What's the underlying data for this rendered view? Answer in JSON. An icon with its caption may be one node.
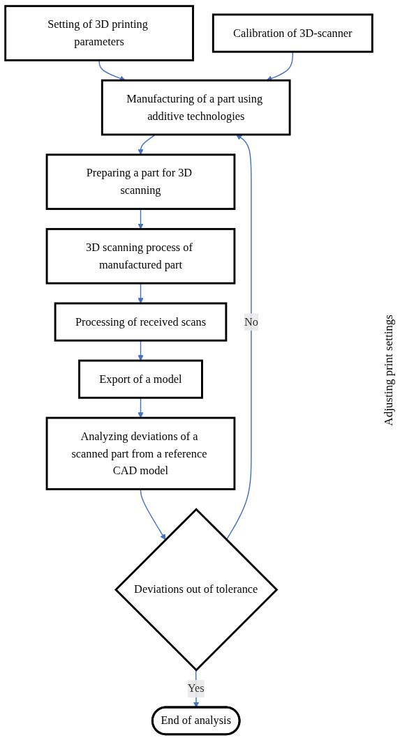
{
  "diagram": {
    "nodes": [
      {
        "text": [
          "Setting of 3D printing parameters"
        ]
      },
      {
        "text": [
          "Calibration of 3D-scanner"
        ]
      },
      {
        "text": [
          "Manufacturing of a part using additive technologies"
        ]
      },
      {
        "text": [
          "Preparing a part for 3D scanning"
        ]
      },
      {
        "text": [
          "3D scanning process of manufactured part"
        ]
      },
      {
        "text": [
          "Processing of received scans"
        ]
      },
      {
        "text": [
          "Export of a model"
        ]
      },
      {
        "text": [
          "Analyzing deviations of a scanned part from a reference CAD model"
        ]
      },
      {
        "text": [
          "Deviations out of tolerance"
        ]
      },
      {
        "text": [
          "End of analysis"
        ]
      }
    ],
    "edges": [
      {
        "from": 0,
        "to": 2,
        "arrow": "to"
      },
      {
        "from": 1,
        "to": 2,
        "arrow": "to"
      },
      {
        "from": 2,
        "to": 3,
        "arrow": "to"
      },
      {
        "from": 3,
        "to": 4,
        "arrow": "to"
      },
      {
        "from": 4,
        "to": 5,
        "arrow": "to"
      },
      {
        "from": 5,
        "to": 6,
        "arrow": "to"
      },
      {
        "from": 6,
        "to": 7,
        "arrow": "to"
      },
      {
        "from": 7,
        "to": 8,
        "arrow": "to"
      },
      {
        "from": 8,
        "to": 2,
        "arrow": "to",
        "label": "No"
      },
      {
        "from": 8,
        "to": 9,
        "arrow": "to",
        "label": "Yes"
      }
    ],
    "labels": [
      "Adjusting print settings"
    ]
  }
}
